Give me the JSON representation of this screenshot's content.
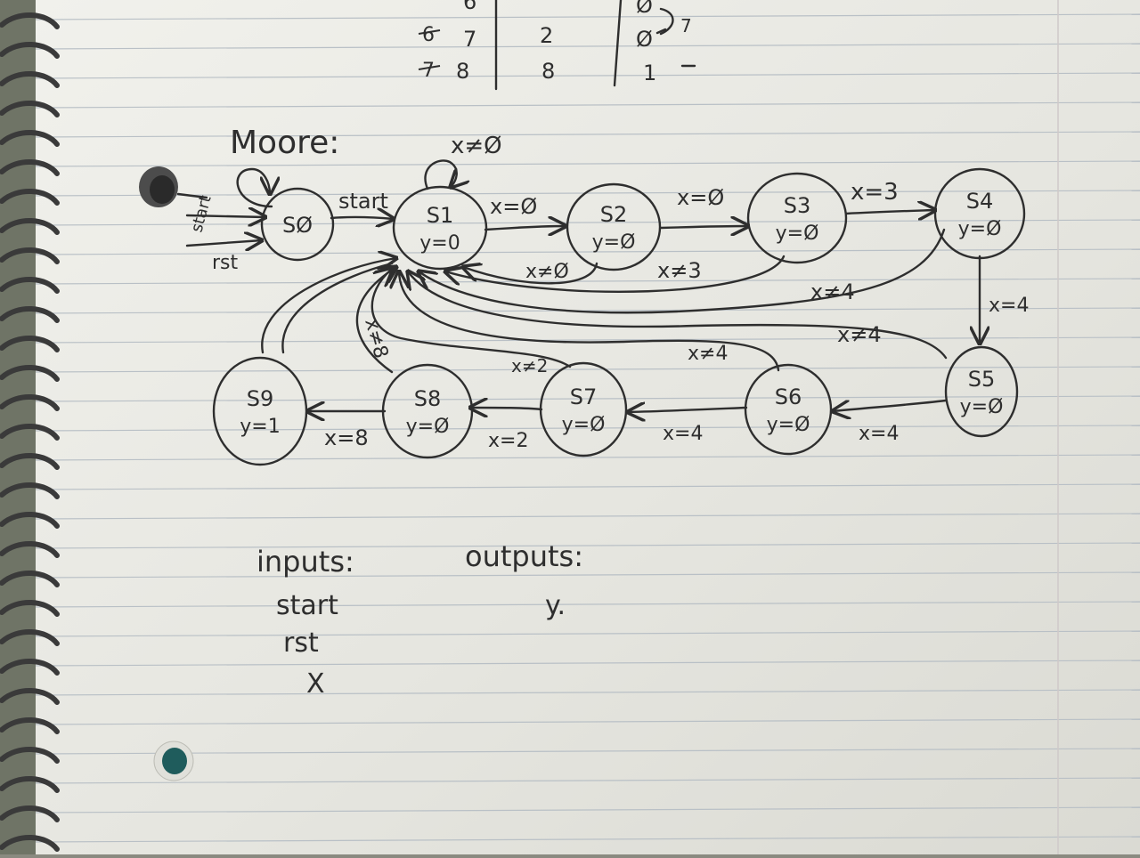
{
  "top_table": {
    "rows": [
      {
        "left": "6",
        "mid": "",
        "right": "Ø"
      },
      {
        "left": "7",
        "mid": "2",
        "right": "Ø"
      },
      {
        "left": "8",
        "mid": "8",
        "right": "1"
      }
    ],
    "struck_left": [
      "6",
      "7"
    ],
    "annotation": "7"
  },
  "diagram_title": "Moore:",
  "states": [
    {
      "id": "s0",
      "name": "SØ",
      "output": ""
    },
    {
      "id": "s1",
      "name": "S1",
      "output": "y=0"
    },
    {
      "id": "s2",
      "name": "S2",
      "output": "y=Ø"
    },
    {
      "id": "s3",
      "name": "S3",
      "output": "y=Ø"
    },
    {
      "id": "s4",
      "name": "S4",
      "output": "y=Ø"
    },
    {
      "id": "s5",
      "name": "S5",
      "output": "y=Ø"
    },
    {
      "id": "s6",
      "name": "S6",
      "output": "y=Ø"
    },
    {
      "id": "s7",
      "name": "S7",
      "output": "y=Ø"
    },
    {
      "id": "s8",
      "name": "S8",
      "output": "y=Ø"
    },
    {
      "id": "s9",
      "name": "S9",
      "output": "y=1"
    }
  ],
  "transitions": [
    {
      "id": "t-start-loop",
      "from": "s0",
      "to": "s0",
      "label": "start"
    },
    {
      "id": "t-rst",
      "from": "",
      "to": "s0",
      "label": "rst"
    },
    {
      "id": "t-s0-s1",
      "from": "s0",
      "to": "s1",
      "label": "start"
    },
    {
      "id": "t-s1-loop",
      "from": "s1",
      "to": "s1",
      "label": "x≠Ø"
    },
    {
      "id": "t-s1-s2",
      "from": "s1",
      "to": "s2",
      "label": "x=Ø"
    },
    {
      "id": "t-s2-s1",
      "from": "s2",
      "to": "s1",
      "label": "x≠Ø"
    },
    {
      "id": "t-s2-s3",
      "from": "s2",
      "to": "s3",
      "label": "x=Ø"
    },
    {
      "id": "t-s3-s1",
      "from": "s3",
      "to": "s1",
      "label": "x≠3"
    },
    {
      "id": "t-s3-s4",
      "from": "s3",
      "to": "s4",
      "label": "x=3"
    },
    {
      "id": "t-s4-s1",
      "from": "s4",
      "to": "s1",
      "label": "x≠4"
    },
    {
      "id": "t-s4-s5",
      "from": "s4",
      "to": "s5",
      "label": "x=4"
    },
    {
      "id": "t-s5-s1",
      "from": "s5",
      "to": "s1",
      "label": "x≠4"
    },
    {
      "id": "t-s5-s6",
      "from": "s5",
      "to": "s6",
      "label": "x=4"
    },
    {
      "id": "t-s6-s1",
      "from": "s6",
      "to": "s1",
      "label": "x≠4"
    },
    {
      "id": "t-s6-s7",
      "from": "s6",
      "to": "s7",
      "label": "x=4"
    },
    {
      "id": "t-s7-s1",
      "from": "s7",
      "to": "s1",
      "label": "x≠2"
    },
    {
      "id": "t-s7-s8",
      "from": "s7",
      "to": "s8",
      "label": "x=2"
    },
    {
      "id": "t-s8-s1",
      "from": "s8",
      "to": "s1",
      "label": "x≠8"
    },
    {
      "id": "t-s8-s9",
      "from": "s8",
      "to": "s9",
      "label": "x=8"
    },
    {
      "id": "t-s9-s1",
      "from": "s9",
      "to": "s1",
      "label": ""
    }
  ],
  "inputs": {
    "title": "inputs:",
    "items": [
      "start",
      "rst",
      "X"
    ]
  },
  "outputs": {
    "title": "outputs:",
    "items": [
      "y."
    ]
  },
  "colors": {
    "paper": "#e7e7e1",
    "rule_line": "#b9c0c6",
    "margin_line": "#cfc9c9",
    "ink": "#2e2e2e",
    "spiral": "#3a3a3a",
    "hole_shadow": "#4c4c4c",
    "hole_teal": "#1f5c5c"
  },
  "icons": {
    "spiral": "spiral-binding-icon",
    "punch_hole": "punch-hole-icon"
  }
}
